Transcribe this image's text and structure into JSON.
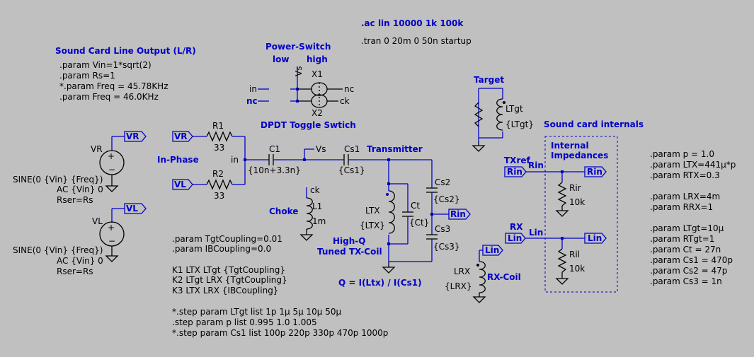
{
  "directives": {
    "ac": ".ac lin 10000 1k 100k",
    "tran": ".tran 0 20m 0 50n startup"
  },
  "soundcard": {
    "title": "Sound Card Line Output (L/R)",
    "lines": [
      ".param Vin=1*sqrt(2)",
      ".param Rs=1",
      "*.param Freq = 45.78KHz",
      ".param Freq = 46.0KHz"
    ]
  },
  "power_switch": {
    "title": "Power-Switch",
    "low": "low",
    "high": "high",
    "vs": "Vs",
    "x1": "X1",
    "x2": "X2",
    "in": "in",
    "nc_left": "nc",
    "nc_right": "nc",
    "ck": "ck",
    "caption": "DPDT Toggle Swtich"
  },
  "sources": {
    "vr_label": "VR",
    "vl_label": "VL",
    "vr_flag": "VR",
    "vl_flag": "VL",
    "vr_lines": [
      "SINE(0 {Vin} {Freq})",
      "AC {Vin} 0",
      "Rser=Rs"
    ],
    "vl_lines": [
      "SINE(0 {Vin} {Freq})",
      "AC {Vin} 0",
      "Rser=Rs"
    ]
  },
  "inphase": {
    "label": "In-Phase",
    "r1": "R1",
    "r1_val": "33",
    "r2": "R2",
    "r2_val": "33",
    "vr_flag": "VR",
    "vl_flag": "VL",
    "in": "in"
  },
  "tx": {
    "c1": "C1",
    "c1_val": "{10n+3.3n}",
    "vs": "Vs",
    "cs1": "Cs1",
    "cs1_val": "{Cs1}",
    "transmitter": "Transmitter",
    "ltx": "LTX",
    "ltx_val": "{LTX}",
    "ct": "Ct",
    "ct_val": "{Ct}",
    "cs2": "Cs2",
    "cs2_val": "{Cs2}",
    "cs3": "Cs3",
    "cs3_val": "{Cs3}",
    "rin": "Rin",
    "highq": "High-Q",
    "tuned": "Tuned TX-Coil",
    "q_expr": "Q = I(Ltx) / I(Cs1)"
  },
  "choke": {
    "label": "Choke",
    "ck": "ck",
    "l1": "L1",
    "l1_val": "1m"
  },
  "target": {
    "label": "Target",
    "name": "LTgt",
    "val": "{LTgt}"
  },
  "internals": {
    "title": "Sound card internals",
    "box_title": "Internal",
    "box_title2": "Impedances",
    "txref": "TXref",
    "rin_flag_l": "Rin",
    "rin_net": "Rin",
    "rin_flag_r": "Rin",
    "rir": "Rir",
    "rir_val": "10k",
    "rx": "RX",
    "lin_flag_l": "Lin",
    "lin_net": "Lin",
    "lin_flag_r": "Lin",
    "ril": "Ril",
    "ril_val": "10k"
  },
  "rxcoil": {
    "lin_flag": "Lin",
    "name": "LRX",
    "val": "{LRX}",
    "label": "RX-Coil"
  },
  "coupling": {
    "params": [
      ".param TgtCoupling=0.01",
      ".param IBCoupling=0.0"
    ],
    "k": [
      "K1 LTX LTgt {TgtCoupling}",
      "K2 LTgt LRX {TgtCoupling}",
      "K3 LTX LRX {IBCoupling}"
    ],
    "steps": [
      "*.step param LTgt list 1p 1µ 5µ 10µ 50µ",
      ".step param p list 0.995 1.0 1.005",
      "*.step param Cs1 list 100p 220p 330p 470p 1000p"
    ]
  },
  "params_right": [
    ".param p = 1.0",
    ".param LTX=441µ*p",
    ".param RTX=0.3",
    "",
    ".param LRX=4m",
    ".param RRX=1",
    "",
    ".param LTgt=10µ",
    ".param RTgt=1",
    ".param Ct = 27n",
    ".param Cs1 = 470p",
    ".param Cs2 = 47p",
    ".param Cs3 = 1n"
  ]
}
